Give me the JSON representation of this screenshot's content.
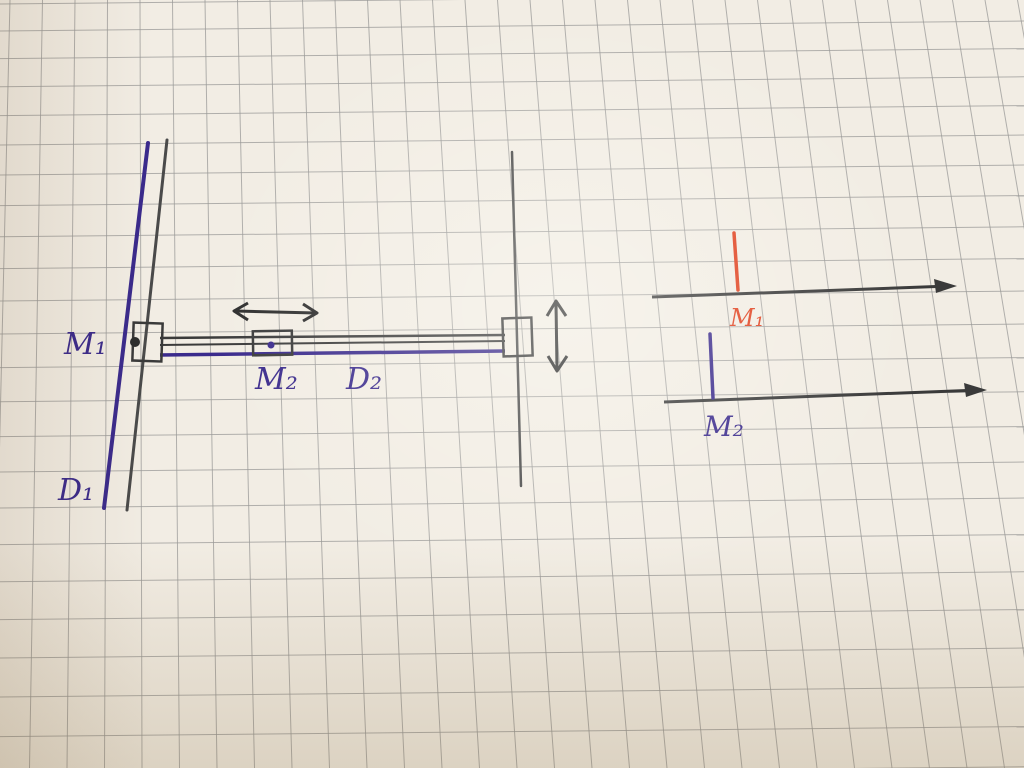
{
  "labels": {
    "m1_left": "M₁",
    "m2_center": "M₂",
    "d2": "D₂",
    "d1": "D₁",
    "m1_right": "M₁",
    "m2_right": "M₂"
  },
  "colors": {
    "paper": "#f2ede4",
    "grid": "#9a9a98",
    "pencil": "#4a4a4a",
    "blue_ink": "#3a2a8c",
    "red_ink": "#e0401e",
    "dark": "#2d2d2d"
  }
}
